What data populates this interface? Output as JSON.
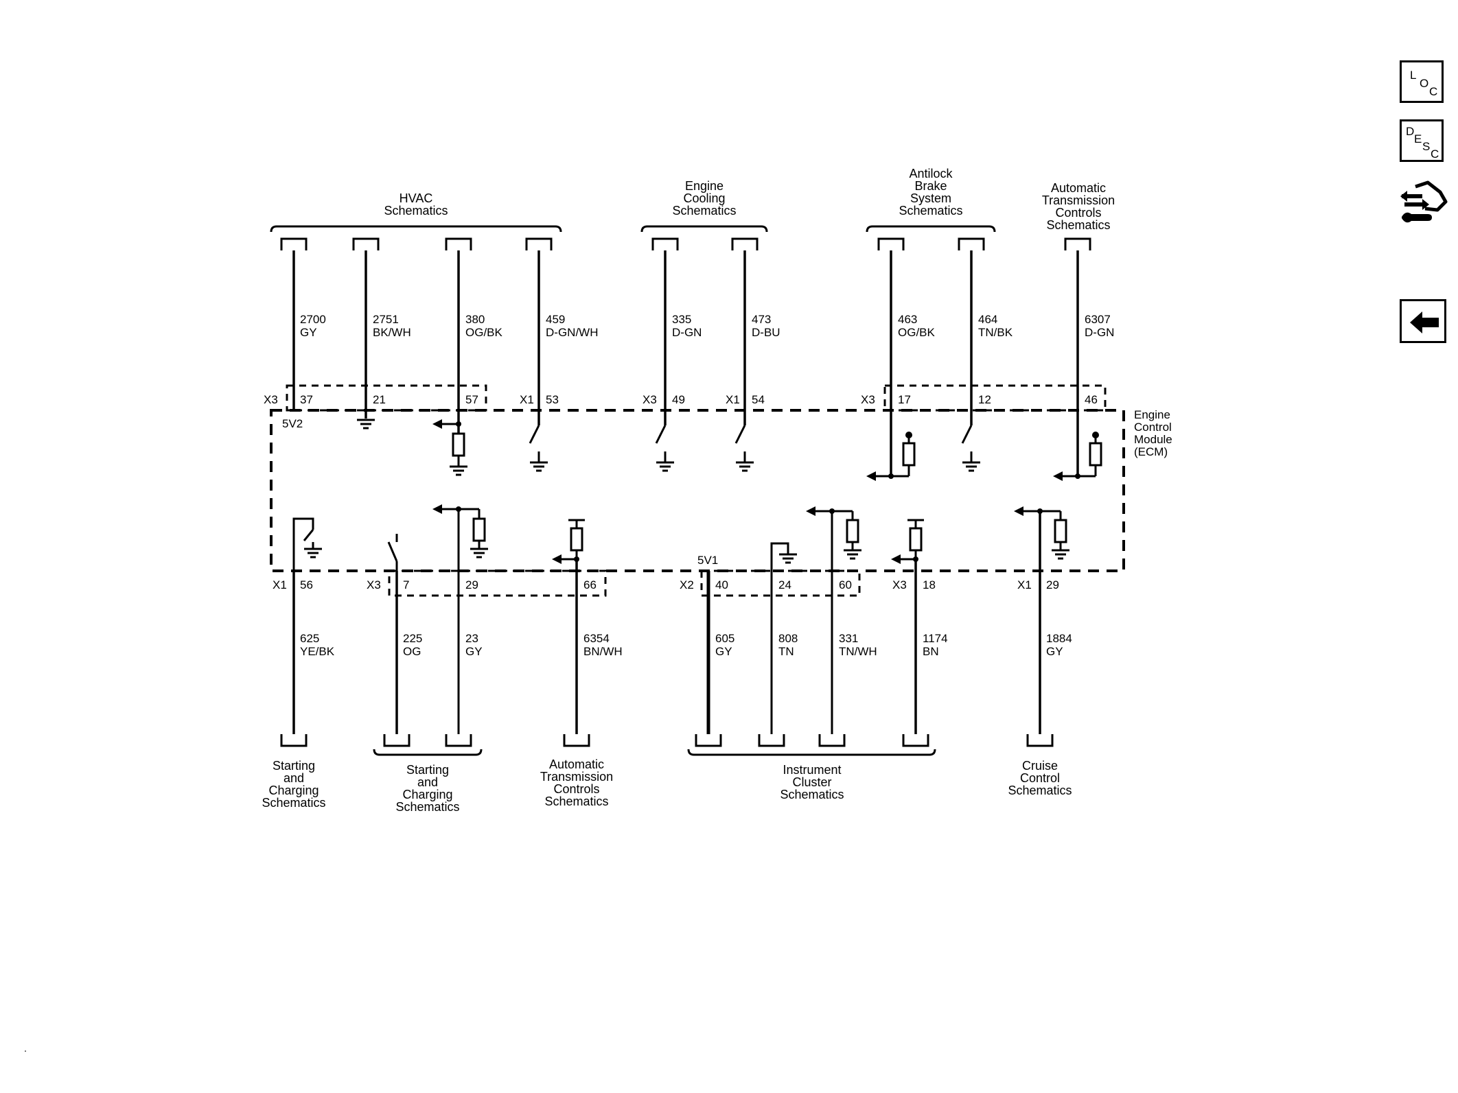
{
  "connectors": {
    "x1": "X1",
    "x2": "X2",
    "x3": "X3"
  },
  "voltage_refs": {
    "v5v2": "5V2",
    "v5v1": "5V1"
  },
  "module_label": [
    "Engine",
    "Control",
    "Module",
    "(ECM)"
  ],
  "top_groups": {
    "hvac": [
      "HVAC",
      "Schematics"
    ],
    "engine_cooling": [
      "Engine",
      "Cooling",
      "Schematics"
    ],
    "abs": [
      "Antilock",
      "Brake",
      "System",
      "Schematics"
    ],
    "atc": [
      "Automatic",
      "Transmission",
      "Controls",
      "Schematics"
    ]
  },
  "bottom_groups": {
    "starting1": [
      "Starting",
      "and",
      "Charging",
      "Schematics"
    ],
    "starting2": [
      "Starting",
      "and",
      "Charging",
      "Schematics"
    ],
    "atc": [
      "Automatic",
      "Transmission",
      "Controls",
      "Schematics"
    ],
    "cluster": [
      "Instrument",
      "Cluster",
      "Schematics"
    ],
    "cruise": [
      "Cruise",
      "Control",
      "Schematics"
    ]
  },
  "top_wires": [
    {
      "circuit": "2700",
      "color": "GY",
      "pin": "37"
    },
    {
      "circuit": "2751",
      "color": "BK/WH",
      "pin": "21"
    },
    {
      "circuit": "380",
      "color": "OG/BK",
      "pin": "57"
    },
    {
      "circuit": "459",
      "color": "D-GN/WH",
      "pin": "53"
    },
    {
      "circuit": "335",
      "color": "D-GN",
      "pin": "49"
    },
    {
      "circuit": "473",
      "color": "D-BU",
      "pin": "54"
    },
    {
      "circuit": "463",
      "color": "OG/BK",
      "pin": "17"
    },
    {
      "circuit": "464",
      "color": "TN/BK",
      "pin": "12"
    },
    {
      "circuit": "6307",
      "color": "D-GN",
      "pin": "46"
    }
  ],
  "bottom_wires": [
    {
      "circuit": "625",
      "color": "YE/BK",
      "pin": "56"
    },
    {
      "circuit": "225",
      "color": "OG",
      "pin": "7"
    },
    {
      "circuit": "23",
      "color": "GY",
      "pin": "29"
    },
    {
      "circuit": "6354",
      "color": "BN/WH",
      "pin": "66"
    },
    {
      "circuit": "605",
      "color": "GY",
      "pin": "40"
    },
    {
      "circuit": "808",
      "color": "TN",
      "pin": "24"
    },
    {
      "circuit": "331",
      "color": "TN/WH",
      "pin": "60"
    },
    {
      "circuit": "1174",
      "color": "BN",
      "pin": "18"
    },
    {
      "circuit": "1884",
      "color": "GY",
      "pin": "29"
    }
  ],
  "nav": {
    "loc": {
      "l": "L",
      "o": "O",
      "c": "C"
    },
    "desc": {
      "d": "D",
      "e": "E",
      "s": "S",
      "c": "C"
    }
  }
}
